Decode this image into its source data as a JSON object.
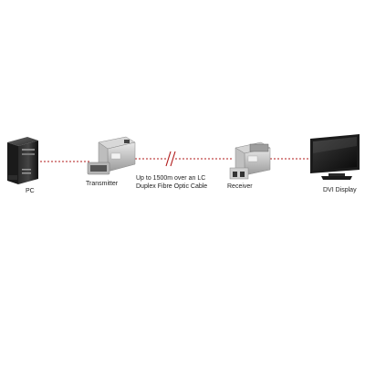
{
  "labels": {
    "pc": "PC",
    "transmitter": "Transmitter",
    "cable_line1": "Up to 1500m over an LC",
    "cable_line2": "Duplex Fibre Optic Cable",
    "receiver": "Receiver",
    "dvi_display": "DVI Display"
  },
  "colors": {
    "link_line": "#b01818",
    "background": "#ffffff"
  },
  "icons": [
    "pc-tower-icon",
    "transmitter-icon",
    "cable-break-icon",
    "receiver-icon",
    "dvi-display-icon"
  ]
}
